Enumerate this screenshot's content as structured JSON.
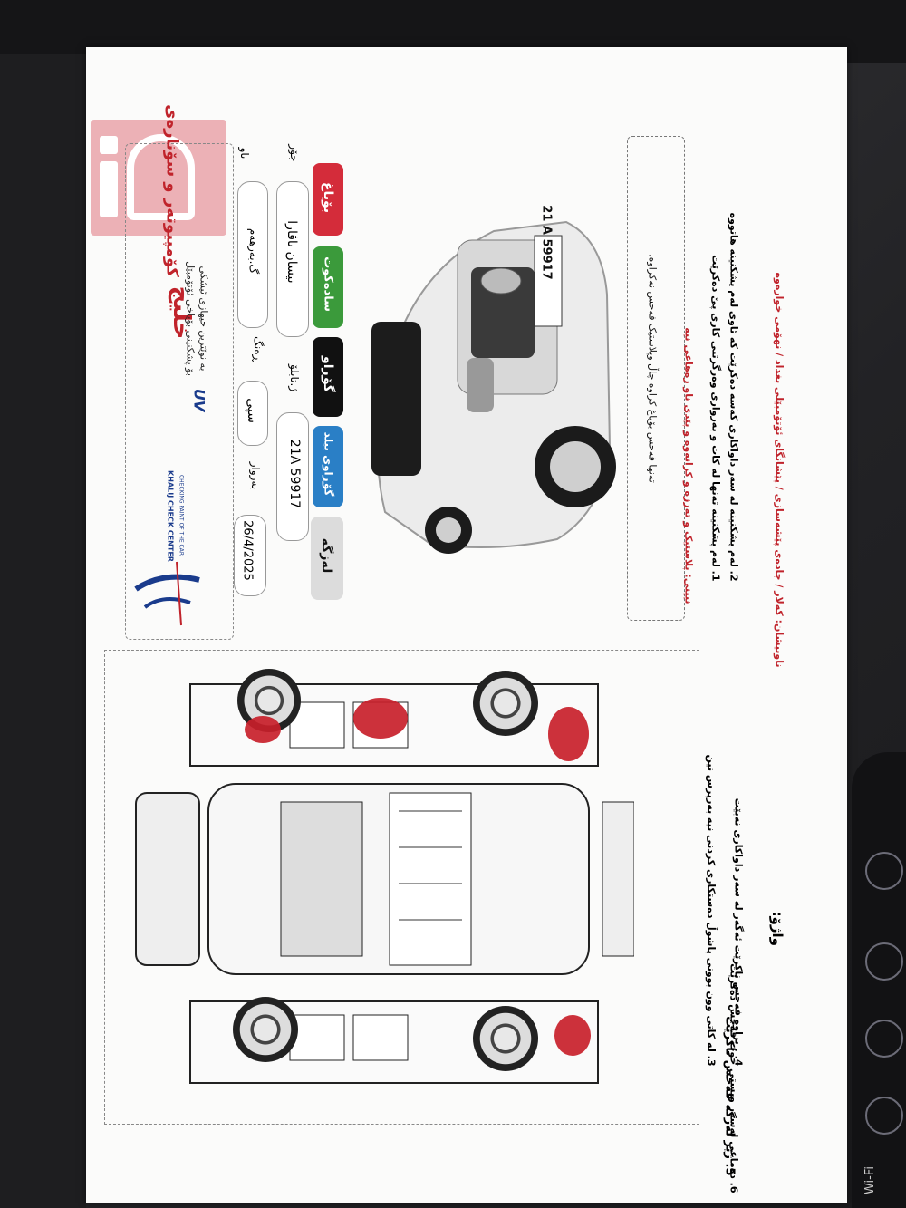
{
  "brand": {
    "name": "خلیج",
    "subtitle": "کۆمپیوتەر و سۆنارەی",
    "tagline_1": "بۆ پشکنینی بۆیاخی ئۆتۆمبێل",
    "tagline_2": "بە نوێترین جیهازی ئیشکی",
    "uv": "UV",
    "center_name_1": "KHALIJ CHECK CENTER",
    "center_name_2": "CHECKING PAINT OF THE CAR"
  },
  "form": {
    "date_label": "بەروار",
    "date_value": "26/4/2025",
    "color_label": "ڕەنگ",
    "color_value": "سپی",
    "type_label": "گ.بەرهەم",
    "plate_label": "ژ.تابلۆ",
    "plate_value": "21A 59917",
    "model_label": "جۆر",
    "model_value": "نیسان ناڤارا",
    "owner_label": "ناو"
  },
  "status_chips": {
    "clean": "لەزگە",
    "changed_body": "گۆڕاوی بیلد",
    "changed": "گۆڕاو",
    "original": "سادەکوت",
    "painted": "بۆیاغ"
  },
  "notice": {
    "text": "تەنها فەحس بۆیاغ کراوە چاڵ وپلاستیک فەحس نەکراوە."
  },
  "notes": {
    "note_1": "1. لەم پشکنینە تەنها لە کات و بەرواری وەرگرتنی کاری پێ دەکرێت",
    "note_2": "2. لەم پشکنینە لە سەر داواکاری کەسە دەکرێت کە ئاوی لەم پشکنینە هاتووە",
    "note_3": "3. لە کاتی وون بوونی پاشوڵ دەستکاری کردنی نیە بەرپرس نین",
    "note_4": "4. . براوە فەحس ناکرێت ئەگەر لە سەر داواکاری نەبێت",
    "note_5": "5. ژێر لەزگە فەحس ناکرێت",
    "note_6": "6. دەماعی لەسەر وبستی خوت فەحس دەکرێت",
    "plastic_note": "نیینی: پلاستیک و تەرزە و کرانەوە و پێدی ناو رەهاعی نیە",
    "address_label": "ناونیشان:",
    "address_value": "کەلار / جادەی پێشەسازی / پێشانگای ئۆتۆمبێلی بغداد / نهۆمی خوارەوە",
    "signature_label": "واژۆ:"
  },
  "plate_number": "21 A 59917",
  "device": {
    "wifi_label": "Wi-Fi"
  }
}
